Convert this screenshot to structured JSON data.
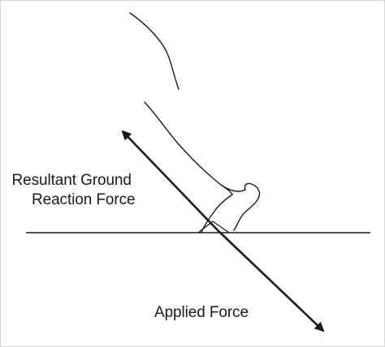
{
  "labels": {
    "resultant_line1": "Resultant Ground",
    "resultant_line2": "Reaction Force",
    "applied": "Applied Force"
  },
  "colors": {
    "ink": "#1a1a1a",
    "background": "#ffffff",
    "frame": "#d4d4d4"
  }
}
